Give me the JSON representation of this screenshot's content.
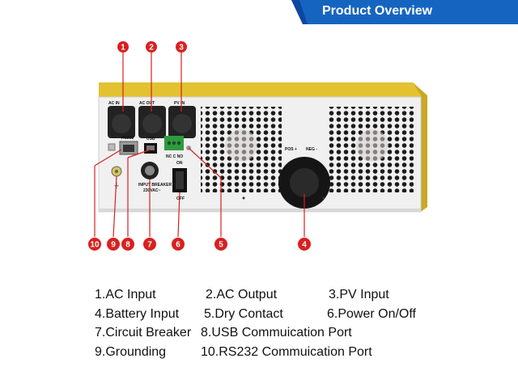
{
  "banner": {
    "title": "Product Overview",
    "color": "#1565c0"
  },
  "device": {
    "body_color": "#f0f0f0",
    "top_color": "#e2c230",
    "panel_labels": {
      "ac_in": "AC IN",
      "ac_out": "AC OUT",
      "pv_in": "PV IN",
      "rs232": "RS232",
      "usb": "USB",
      "dry_contact": "NC C NO",
      "breaker": "INPUT BREAKER",
      "breaker_rating": "230VAC~",
      "on": "ON",
      "off": "OFF",
      "pos": "POS +",
      "neg": "NEG -"
    }
  },
  "callouts": {
    "color": "#d92020",
    "items": [
      "1",
      "2",
      "3",
      "4",
      "5",
      "6",
      "7",
      "8",
      "9",
      "10"
    ]
  },
  "legend": {
    "rows": [
      [
        "1.AC Input",
        "2.AC Output",
        "3.PV Input"
      ],
      [
        "4.Battery Input",
        "5.Dry Contact",
        "6.Power On/Off"
      ],
      [
        "7.Circuit Breaker",
        "8.USB Commuication Port"
      ],
      [
        "9.Grounding",
        "10.RS232 Commuication Port"
      ]
    ]
  }
}
